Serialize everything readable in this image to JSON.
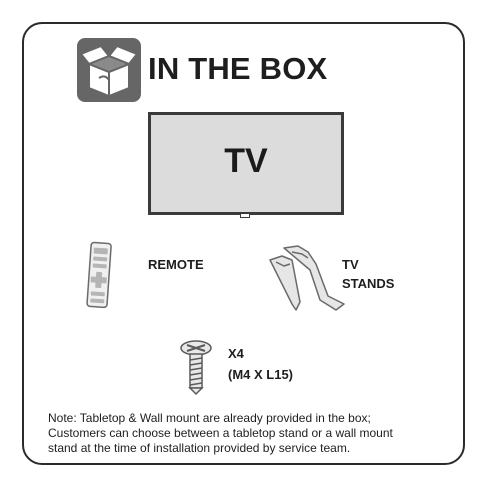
{
  "header": {
    "title": "IN THE BOX",
    "icon": "open-box-icon"
  },
  "tv": {
    "label": "TV"
  },
  "items": {
    "remote": {
      "label": "REMOTE",
      "icon": "remote-control-icon"
    },
    "stands": {
      "label_line1": "TV",
      "label_line2": "STANDS",
      "icon": "tv-stands-icon"
    },
    "screws": {
      "label_line1": "X4",
      "label_line2": "(M4 X L15)",
      "icon": "screw-icon"
    }
  },
  "note": {
    "line1": "Note: Tabletop & Wall mount are already provided in the box;",
    "line2": "Customers can choose between a tabletop stand or a wall mount",
    "line3": "stand at the time of installation provided by service team."
  },
  "colors": {
    "icon_bg": "#666666",
    "tv_screen": "#dcdcdc",
    "border": "#2b2b2b"
  }
}
